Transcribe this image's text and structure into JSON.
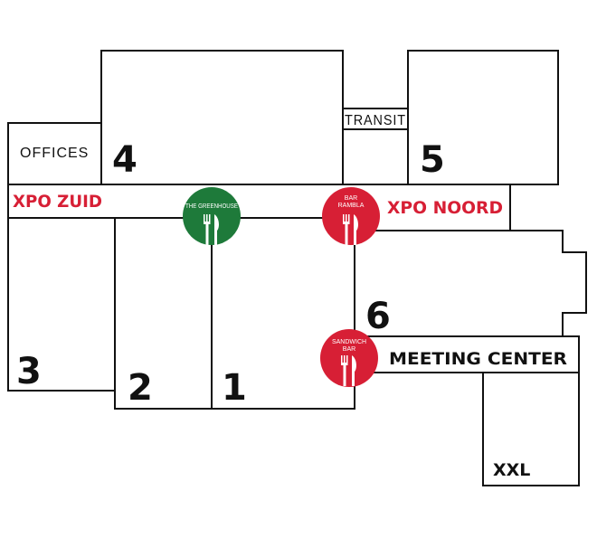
{
  "halls": {
    "h1": "1",
    "h2": "2",
    "h3": "3",
    "h4": "4",
    "h5": "5",
    "h6": "6"
  },
  "rooms": {
    "offices": "OFFICES",
    "transit": "TRANSIT",
    "meeting_center": "MEETING CENTER",
    "xxl": "XXL"
  },
  "zones": {
    "xpo_zuid": "XPO ZUID",
    "xpo_noord": "XPO NOORD"
  },
  "restaurants": [
    {
      "line1": "THE GREENHOUSE",
      "line2": "",
      "color": "#1e7a3a"
    },
    {
      "line1": "BAR",
      "line2": "RAMBLA",
      "color": "#d71f35"
    },
    {
      "line1": "SANDWICH",
      "line2": "BAR",
      "color": "#d71f35"
    }
  ],
  "colors": {
    "accent_red": "#d71f35",
    "greenhouse_green": "#1e7a3a",
    "wall": "#111111"
  },
  "icons": {
    "restaurant": "fork-knife-icon"
  }
}
